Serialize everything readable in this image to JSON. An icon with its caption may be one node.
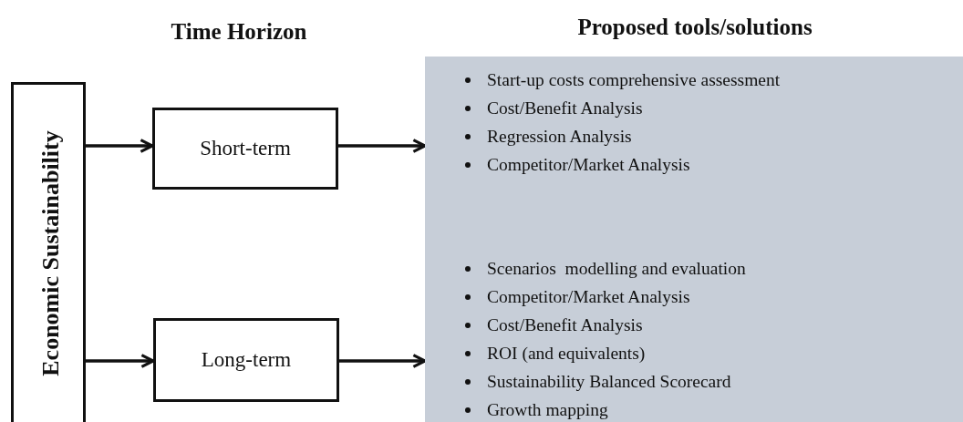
{
  "diagram": {
    "nodes": [
      {
        "text": [
          "Economic Sustainability"
        ]
      },
      {
        "text": [
          "Short-term"
        ]
      },
      {
        "text": [
          "Long-term"
        ]
      },
      {
        "text": [],
        "shape": "box"
      },
      {
        "text": [
          "Start-up costs comprehensive assessment",
          "Cost/Benefit Analysis",
          "Regression Analysis",
          "Competitor/Market Analysis"
        ],
        "in": 3
      },
      {
        "text": [
          "Scenarios  modelling and evaluation",
          "Competitor/Market Analysis",
          "Cost/Benefit Analysis",
          "ROI (and equivalents)",
          "Sustainability Balanced Scorecard",
          "Growth mapping"
        ],
        "in": 3
      }
    ],
    "edges": [
      {
        "from": 0,
        "to": 1,
        "arrow": "to"
      },
      {
        "from": 0,
        "to": 2,
        "arrow": "to"
      },
      {
        "from": 1,
        "to": 3,
        "arrow": "to"
      },
      {
        "from": 2,
        "to": 3,
        "arrow": "to"
      }
    ],
    "labels": [
      "Time Horizon",
      "Proposed tools/solutions"
    ]
  }
}
